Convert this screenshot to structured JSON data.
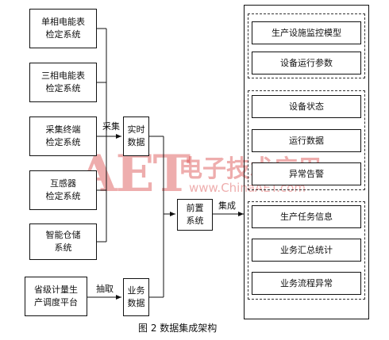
{
  "sources": [
    "单相电能表\n检定系统",
    "三相电能表\n检定系统",
    "采集终端\n检定系统",
    "互感器\n检定系统",
    "智能仓储\n系统"
  ],
  "platform": "省级计量生\n产调度平台",
  "realtime": "实时\n数据",
  "business": "业务\n数据",
  "frontend": "前置\n系统",
  "edge_labels": {
    "collect": "采集",
    "extract": "抽取",
    "integrate": "集成"
  },
  "groups": [
    [
      "生产设施监控模型",
      "设备运行参数"
    ],
    [
      "设备状态",
      "运行数据",
      "异常告警"
    ],
    [
      "生产任务信息",
      "业务汇总统计",
      "业务流程异常"
    ]
  ],
  "caption": "图 2   数据集成架构",
  "watermark": {
    "logo": "AET",
    "chinese": "电子技术应用",
    "url": "www.ChinaAET.com",
    "color": "#d94040"
  }
}
